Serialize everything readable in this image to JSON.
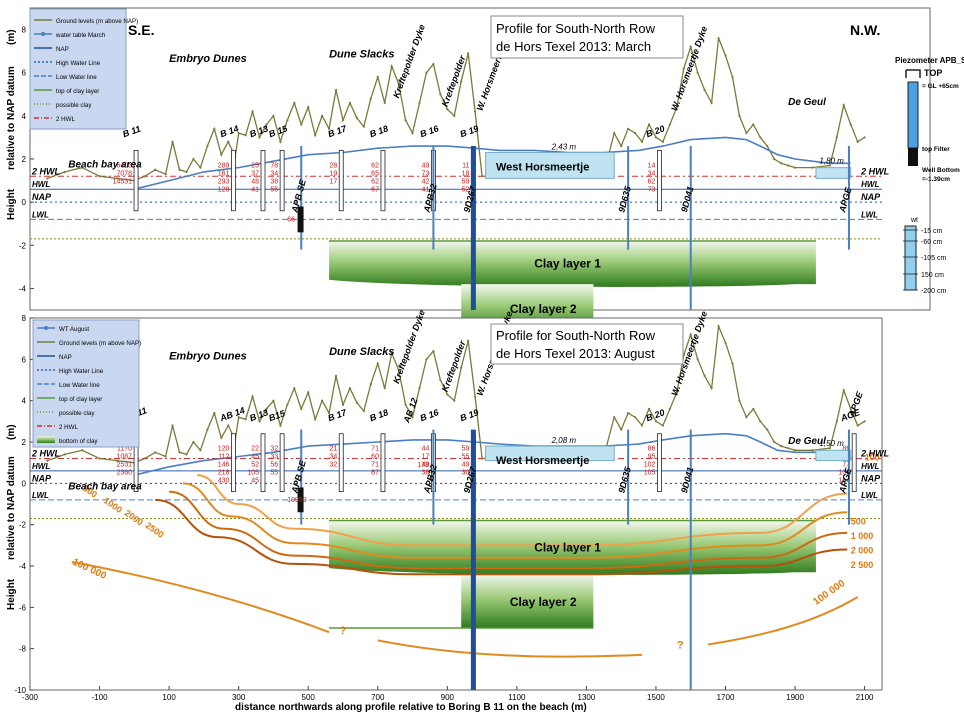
{
  "chart_data": [
    {
      "type": "line",
      "title_lines": [
        "Profile for South-North Row",
        "de Hors Texel  2013: March"
      ],
      "ylabel_lines": [
        "Height",
        "relative  to  NAP  datum",
        "(m)"
      ],
      "ylim": [
        -5,
        9
      ],
      "yticks": [
        -4,
        -2,
        0,
        2,
        4,
        6,
        8
      ],
      "xlim": [
        -300,
        2150
      ],
      "corner_left": "S.E.",
      "corner_right": "N.W.",
      "legend": [
        "Ground levels (m above NAP)",
        "water table March",
        "NAP",
        "High Water Line",
        "Low Water line",
        "top of clay layer",
        "possible clay",
        "2 HWL"
      ],
      "reference_lines": {
        "nap": 0,
        "hwl": 0.6,
        "lwl": -0.8,
        "two_hwl": 1.2,
        "possible_clay": -1.7
      },
      "left_ref_labels": [
        "2 HWL",
        "HWL",
        "NAP",
        "LWL"
      ],
      "right_ref_labels": [
        "2 HWL",
        "HWL",
        "NAP",
        "LWL"
      ],
      "ground": {
        "x": [
          -250,
          -200,
          -150,
          -100,
          -50,
          0,
          30,
          60,
          90,
          110,
          130,
          150,
          170,
          190,
          210,
          230,
          250,
          270,
          290,
          300,
          320,
          340,
          360,
          380,
          400,
          420,
          440,
          460,
          480,
          500,
          520,
          540,
          560,
          580,
          600,
          620,
          640,
          660,
          680,
          700,
          720,
          740,
          760,
          780,
          800,
          820,
          840,
          860,
          880,
          900,
          920,
          940,
          960,
          980,
          1000,
          1050,
          1100,
          1150,
          1200,
          1250,
          1300,
          1350,
          1380,
          1400,
          1420,
          1440,
          1460,
          1480,
          1500,
          1520,
          1540,
          1560,
          1580,
          1600,
          1620,
          1640,
          1660,
          1680,
          1700,
          1720,
          1740,
          1760,
          1780,
          1800,
          1820,
          1840,
          1860,
          1880,
          1900,
          1950,
          2000,
          2020,
          2040,
          2060,
          2080,
          2100
        ],
        "y": [
          1.1,
          1.4,
          1.6,
          1.2,
          1.1,
          1.0,
          1.2,
          1.5,
          1.3,
          2.8,
          1.5,
          1.4,
          2.0,
          1.6,
          2.6,
          3.4,
          2.2,
          2.8,
          2.1,
          3.2,
          3.1,
          4.2,
          3.0,
          3.6,
          4.0,
          2.8,
          3.8,
          4.6,
          3.6,
          4.4,
          3.1,
          4.0,
          3.4,
          5.2,
          3.8,
          4.6,
          3.9,
          3.5,
          4.8,
          5.8,
          4.6,
          6.3,
          5.5,
          3.8,
          3.2,
          4.6,
          6.0,
          6.4,
          5.0,
          4.3,
          4.0,
          5.6,
          6.9,
          4.2,
          1.2,
          1.2,
          1.2,
          1.2,
          1.2,
          1.2,
          1.2,
          1.3,
          3.2,
          2.6,
          3.4,
          3.2,
          2.8,
          3.6,
          3.0,
          2.8,
          3.6,
          4.4,
          6.2,
          7.2,
          6.0,
          5.2,
          4.6,
          7.6,
          6.8,
          5.8,
          4.0,
          3.2,
          3.6,
          3.0,
          2.6,
          2.0,
          1.8,
          1.7,
          1.6,
          1.6,
          1.7,
          3.0,
          4.5,
          3.6,
          2.8,
          3.0
        ]
      },
      "water_table": {
        "x": [
          0,
          100,
          200,
          300,
          400,
          500,
          600,
          700,
          800,
          900,
          980,
          1050,
          1150,
          1250,
          1350,
          1450,
          1520,
          1600,
          1700,
          1760,
          1800,
          1850,
          1900,
          1950,
          2000,
          2060
        ],
        "y": [
          0.6,
          1.0,
          1.4,
          1.6,
          1.9,
          2.2,
          2.3,
          2.5,
          2.6,
          2.6,
          2.5,
          2.4,
          2.4,
          2.3,
          2.3,
          2.4,
          2.6,
          2.9,
          3.0,
          2.9,
          2.6,
          2.2,
          2.0,
          1.9,
          1.8,
          1.8
        ]
      },
      "wells": [
        {
          "name": "B 11",
          "x": 5,
          "values": [
            "6403",
            "7078",
            "14531"
          ]
        },
        {
          "name": "B 14",
          "x": 285,
          "values": [
            "289",
            "161",
            "293",
            "128"
          ]
        },
        {
          "name": "B 13",
          "x": 370,
          "values": [
            "25",
            "37",
            "48",
            "41"
          ]
        },
        {
          "name": "B 15",
          "x": 425,
          "values": [
            "78",
            "34",
            "38",
            "55"
          ]
        },
        {
          "name": "B 17",
          "x": 595,
          "values": [
            "28",
            "19",
            "17"
          ]
        },
        {
          "name": "B 18",
          "x": 715,
          "values": [
            "62",
            "65",
            "62",
            "67"
          ]
        },
        {
          "name": "B 16",
          "x": 860,
          "values": [
            "49",
            "73",
            "42",
            "41"
          ]
        },
        {
          "name": "B 19",
          "x": 975,
          "values": [
            "11",
            "18",
            "59",
            "52"
          ]
        },
        {
          "name": "B 20",
          "x": 1510,
          "values": [
            "14",
            "34",
            "62",
            "73"
          ]
        }
      ],
      "pipe_labels": [
        "APB SE",
        "APB32",
        "9D267",
        "9D635",
        "9D041",
        "APGE"
      ],
      "pipe_values": [
        "66"
      ],
      "text_labels": {
        "embryo": "Embryo Dunes",
        "slacks": "Dune Slacks",
        "kreft1": "Kreftepolder Dyke",
        "kreft2": "Kreftepolder",
        "whors": "W. Horsmeertje Dyke",
        "whors2": "W. Horsmeertje Dyke",
        "degeul": "De Geul",
        "beach": "Beach bay area",
        "westh": "West  Horsmeertje",
        "pond1": "2,43 m",
        "pond2": "1,80 m",
        "clay1": "Clay layer 1",
        "clay2": "Clay layer 2"
      },
      "piezometer": {
        "title": "Piezometer APB_SE",
        "top": "TOP",
        "gl": "= GL +65cm",
        "filter": "top Filter",
        "bottom1": "Well Bottom",
        "bottom2": "=-1.39cm",
        "wt_title": "wt",
        "wt_ticks": [
          "-15 cm",
          "-60 cm",
          "-105 cm",
          "150 cm",
          "-200 cm"
        ]
      }
    },
    {
      "type": "line",
      "title_lines": [
        "Profile for South-North Row",
        "de Hors Texel  2013: August"
      ],
      "ylabel_lines": [
        "Height",
        "relative  to  NAP  datum",
        "(m)"
      ],
      "ylim": [
        -10,
        8
      ],
      "yticks": [
        -10,
        -8,
        -6,
        -4,
        -2,
        0,
        2,
        4,
        6,
        8
      ],
      "xlim": [
        -300,
        2150
      ],
      "xticks": [
        -300,
        -100,
        100,
        300,
        500,
        700,
        900,
        1100,
        1300,
        1500,
        1700,
        1900,
        2100
      ],
      "xlabel": "distance  northwards  along  profile  relative  to  Boring  B 11  on  the  beach   (m)",
      "legend": [
        "WT August",
        "Ground levels (m above NAP)",
        "NAP",
        "High Water Line",
        "Low Water line",
        "top of clay layer",
        "possible clay",
        "2 HWL",
        "bottom of clay"
      ],
      "reference_lines": {
        "nap": 0,
        "hwl": 0.6,
        "lwl": -0.8,
        "two_hwl": 1.2,
        "possible_clay": -1.7
      },
      "left_ref_labels": [
        "2 HWL",
        "HWL",
        "NAP",
        "LWL"
      ],
      "right_ref_labels": [
        "2 HWL",
        "HWL",
        "NAP",
        "LWL"
      ],
      "ground": {
        "x": [
          -250,
          -200,
          -150,
          -100,
          -50,
          0,
          30,
          60,
          90,
          110,
          130,
          150,
          170,
          190,
          210,
          230,
          250,
          270,
          290,
          300,
          320,
          340,
          360,
          380,
          400,
          420,
          440,
          460,
          480,
          500,
          520,
          540,
          560,
          580,
          600,
          620,
          640,
          660,
          680,
          700,
          720,
          740,
          760,
          780,
          800,
          820,
          840,
          860,
          880,
          900,
          920,
          940,
          960,
          980,
          1000,
          1050,
          1100,
          1150,
          1200,
          1250,
          1300,
          1350,
          1380,
          1400,
          1420,
          1440,
          1460,
          1480,
          1500,
          1520,
          1540,
          1560,
          1580,
          1600,
          1620,
          1640,
          1660,
          1680,
          1700,
          1720,
          1740,
          1760,
          1780,
          1800,
          1820,
          1840,
          1860,
          1880,
          1900,
          1950,
          2000,
          2020,
          2040,
          2060,
          2080,
          2100
        ],
        "y": [
          1.1,
          1.4,
          1.6,
          1.2,
          1.1,
          1.0,
          1.2,
          1.5,
          1.3,
          2.8,
          1.5,
          1.4,
          2.0,
          1.6,
          2.6,
          3.4,
          2.2,
          2.8,
          2.1,
          3.2,
          3.1,
          4.2,
          3.0,
          3.6,
          4.0,
          2.8,
          3.8,
          4.6,
          3.6,
          4.4,
          3.1,
          4.0,
          3.4,
          5.2,
          3.8,
          4.6,
          3.9,
          3.5,
          4.8,
          5.8,
          4.6,
          6.3,
          5.5,
          3.8,
          3.2,
          4.6,
          6.0,
          6.4,
          5.0,
          4.3,
          4.0,
          5.6,
          6.9,
          4.2,
          1.2,
          1.2,
          1.2,
          1.2,
          1.2,
          1.2,
          1.2,
          1.3,
          3.2,
          2.6,
          3.4,
          3.2,
          2.8,
          3.6,
          3.0,
          2.8,
          3.6,
          4.4,
          6.2,
          7.2,
          6.0,
          5.2,
          4.6,
          7.6,
          6.8,
          5.8,
          4.0,
          3.2,
          3.6,
          3.0,
          2.6,
          2.0,
          1.8,
          1.7,
          1.6,
          1.6,
          1.7,
          3.0,
          4.5,
          3.6,
          2.8,
          3.0
        ]
      },
      "water_table": {
        "x": [
          0,
          100,
          200,
          300,
          400,
          500,
          600,
          700,
          800,
          900,
          980,
          1050,
          1150,
          1250,
          1350,
          1450,
          1520,
          1600,
          1700,
          1760,
          1800,
          1850,
          1900,
          1950,
          2000,
          2060
        ],
        "y": [
          0.4,
          0.8,
          1.1,
          1.3,
          1.5,
          1.8,
          1.9,
          2.0,
          2.1,
          2.1,
          2.0,
          1.9,
          1.8,
          1.8,
          1.8,
          1.9,
          2.1,
          2.3,
          2.4,
          2.3,
          2.0,
          1.6,
          1.5,
          1.5,
          1.5,
          1.5
        ]
      },
      "wells": [
        {
          "name": "AB 11",
          "x": 5,
          "values": [
            "1170",
            "1087",
            "2531",
            "2360"
          ]
        },
        {
          "name": "AB 14",
          "x": 285,
          "values": [
            "120",
            "112",
            "146",
            "218",
            "430"
          ]
        },
        {
          "name": "B 13",
          "x": 370,
          "values": [
            "22",
            "45",
            "52",
            "105",
            "45"
          ]
        },
        {
          "name": "B15",
          "x": 425,
          "values": [
            "32",
            "33",
            "56",
            "55"
          ]
        },
        {
          "name": "B 17",
          "x": 595,
          "values": [
            "21",
            "34",
            "32"
          ]
        },
        {
          "name": "B 18",
          "x": 715,
          "values": [
            "71",
            "60",
            "71",
            "87"
          ]
        },
        {
          "name": "B 16",
          "x": 860,
          "values": [
            "44",
            "17",
            "49",
            "38"
          ]
        },
        {
          "name": "B 19",
          "x": 975,
          "values": [
            "59",
            "55",
            "49",
            "30"
          ]
        },
        {
          "name": "B 20",
          "x": 1510,
          "values": [
            "86",
            "95",
            "102",
            "105"
          ]
        },
        {
          "name": "AGE",
          "x": 2070,
          "values": [
            "86",
            "95",
            "77",
            "106",
            "164"
          ]
        }
      ],
      "pipe_labels": [
        "APB SE",
        "APB32",
        "9D267",
        "9D635",
        "9D041",
        "APGE"
      ],
      "pipe_values": [
        "10950",
        "178"
      ],
      "contours": [
        {
          "label": "500",
          "points": [
            [
              180,
              0.4
            ],
            [
              300,
              -1.0
            ],
            [
              460,
              -2.2
            ],
            [
              800,
              -3.0
            ],
            [
              1300,
              -3.0
            ],
            [
              1800,
              -2.4
            ],
            [
              2050,
              -0.5
            ]
          ]
        },
        {
          "label": "1 000",
          "points": [
            [
              140,
              0.0
            ],
            [
              280,
              -1.6
            ],
            [
              460,
              -2.9
            ],
            [
              800,
              -3.6
            ],
            [
              1300,
              -3.6
            ],
            [
              1800,
              -3.0
            ],
            [
              2050,
              -1.4
            ]
          ]
        },
        {
          "label": "2 000",
          "points": [
            [
              100,
              -0.4
            ],
            [
              260,
              -2.2
            ],
            [
              460,
              -3.5
            ],
            [
              800,
              -4.1
            ],
            [
              1300,
              -4.1
            ],
            [
              1800,
              -3.6
            ],
            [
              2050,
              -2.4
            ]
          ]
        },
        {
          "label": "2 500",
          "points": [
            [
              60,
              -0.8
            ],
            [
              240,
              -2.6
            ],
            [
              460,
              -3.9
            ],
            [
              800,
              -4.4
            ],
            [
              1300,
              -4.4
            ],
            [
              1800,
              -4.0
            ],
            [
              2050,
              -3.2
            ]
          ]
        }
      ],
      "contour_labels_left": [
        "500",
        "1000",
        "2000",
        "2500"
      ],
      "contour_labels_right": [
        "500",
        "1 000",
        "2 000",
        "2 500"
      ],
      "deep_contour": {
        "label": "100 000",
        "question": "?"
      },
      "right_value": "100",
      "text_labels": {
        "embryo": "Embryo Dunes",
        "slacks": "Dune Slacks",
        "kreft1": "Kreftepolder Dyke",
        "kreft2": "Kreftepolder",
        "whors": "W. Horsmeertje Dyke",
        "whors2": "W. Horsmeertje Dyke",
        "degeul": "De Geul",
        "beach": "Beach bay area",
        "westh": "West  Horsmeertje",
        "pond1": "2,08 m",
        "pond2": "1,50 m",
        "clay1": "Clay layer 1",
        "clay2": "Clay layer 2",
        "ab12": "AB 12",
        "apge": "APGE"
      }
    }
  ],
  "colors": {
    "ground": "#7a7a3a",
    "water": "#4a7fc0",
    "nap": "#1f4e9c",
    "hwl": "#2f5fb5",
    "lwl": "#4a80c8",
    "two_hwl": "#d03030",
    "clay_top": "#5a9a3a",
    "possible_clay": "#8a8a20",
    "contour": "#e07a10",
    "value_red": "#c82020",
    "legend_bg": "#c9d7f0",
    "pond": "#bfe3f0"
  }
}
